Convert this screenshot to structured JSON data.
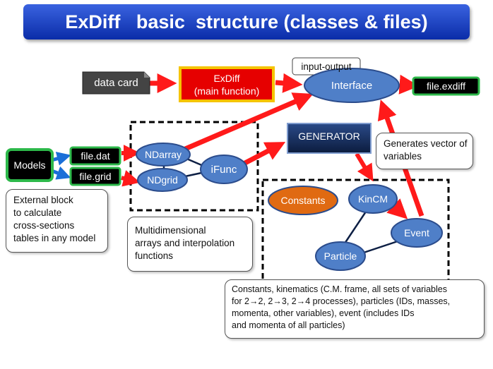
{
  "title": "ExDiff   basic  structure (classes & files)",
  "nodes": {
    "data_card": "data card",
    "exdiff_line1": "ExDiff",
    "exdiff_line2": "(main function)",
    "input_output": "input-output",
    "interface": "Interface",
    "file_exdiff": "file.exdiff",
    "models": "Models",
    "file_dat": "file.dat",
    "file_grid": "file.grid",
    "ndarray": "NDarray",
    "ndgrid": "NDgrid",
    "ifunc": "iFunc",
    "generator": "GENERATOR",
    "constants": "Constants",
    "kincm": "KinCM",
    "event": "Event",
    "particle": "Particle"
  },
  "callouts": {
    "external_block": "External block\nto calculate\ncross-sections\ntables in any model",
    "multidimensional": "Multidimensional\narrays and interpolation\nfunctions",
    "generates_vector": "Generates vector of\nvariables",
    "constants_desc": "Constants, kinematics (C.M. frame, all sets of variables\nfor 2→2, 2→3, 2→4 processes), particles (IDs, masses,\nmomenta, other variables), event (includes IDs\nand momenta of all particles)"
  },
  "colors": {
    "title_bg": "#1a3fc4",
    "node_blue": "#4f7fc8",
    "node_blue_edge": "#2b4c8c",
    "arrow_red": "#ff1a1a",
    "arrow_blue": "#1a6fd8",
    "green_border": "#2db84a",
    "orange": "#e06a12",
    "gold_border": "#f5c400",
    "exdiff_red": "#e60000",
    "dark_navy": "#0d1f44"
  }
}
